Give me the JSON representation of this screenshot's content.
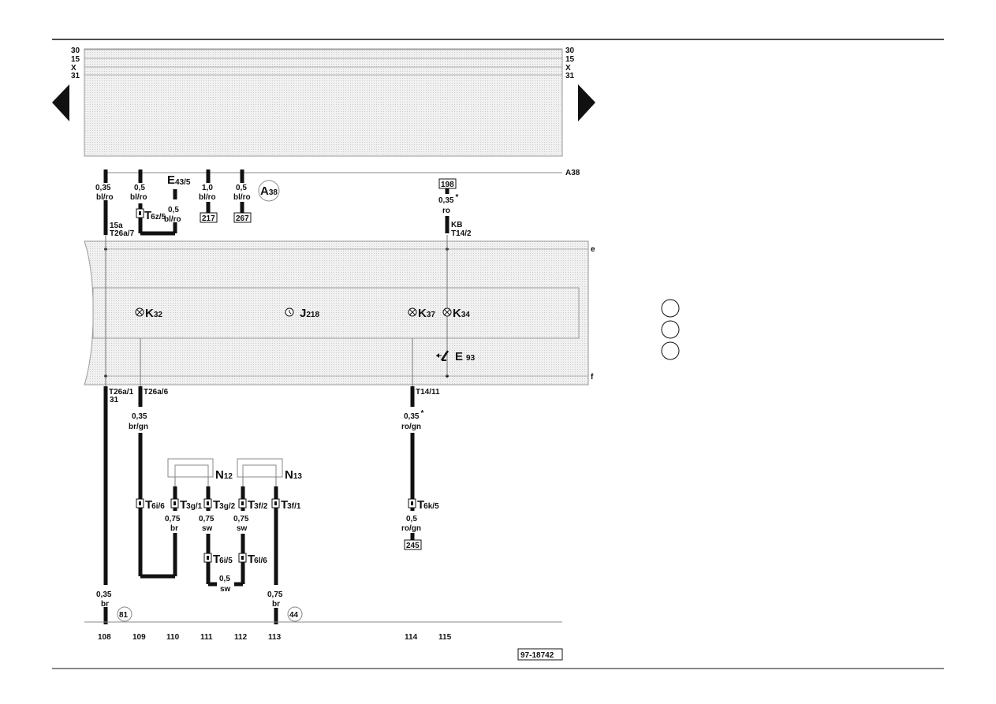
{
  "rails": {
    "left": [
      "30",
      "15",
      "X",
      "31"
    ],
    "right": [
      "30",
      "15",
      "X",
      "31"
    ]
  },
  "bus_label": "A38",
  "edges": {
    "top": "e",
    "bottom": "f"
  },
  "wires_top": [
    {
      "size": "0,35",
      "color": "bl/ro"
    },
    {
      "size": "0,5",
      "color": "bl/ro"
    },
    {
      "size": "0,5",
      "color": "bl/ro"
    },
    {
      "size": "1,0",
      "color": "bl/ro"
    },
    {
      "size": "0,5",
      "color": "bl/ro"
    }
  ],
  "component_E43": {
    "letter": "E",
    "sub": "43/5"
  },
  "conn_T6z": {
    "letter": "T",
    "sub": "6z/5"
  },
  "ground_A38": {
    "letter": "A",
    "sub": "38"
  },
  "refs_top": [
    "217",
    "267",
    "198"
  ],
  "wire_198": {
    "size": "0,35",
    "star": "*",
    "color": "ro"
  },
  "kb": {
    "name": "KB",
    "pin": "T14/2"
  },
  "pin_15a": {
    "name": "15a",
    "pin": "T26a/7"
  },
  "unit_components": [
    {
      "letter": "K",
      "sub": "32"
    },
    {
      "letter": "J",
      "sub": "218"
    },
    {
      "letter": "K",
      "sub": "37"
    },
    {
      "letter": "K",
      "sub": "34"
    },
    {
      "letter": "E",
      "sub": "93"
    }
  ],
  "pins_bottom": {
    "t26a1": "T26a/1",
    "t26a1_sub": "31",
    "t26a6": "T26a/6",
    "t14_11": "T14/11"
  },
  "wire_brgn": {
    "size": "0,35",
    "color": "br/gn"
  },
  "wire_rogn": {
    "size": "0,35",
    "star": "*",
    "color": "ro/gn"
  },
  "valves": [
    {
      "letter": "N",
      "sub": "12"
    },
    {
      "letter": "N",
      "sub": "13"
    }
  ],
  "connectors_mid": [
    {
      "letter": "T",
      "sub": "6i/6"
    },
    {
      "letter": "T",
      "sub": "3g/1"
    },
    {
      "letter": "T",
      "sub": "3g/2"
    },
    {
      "letter": "T",
      "sub": "3f/2"
    },
    {
      "letter": "T",
      "sub": "3f/1"
    },
    {
      "letter": "T",
      "sub": "6k/5"
    }
  ],
  "wires_mid": [
    {
      "size": "0,75",
      "color": "br"
    },
    {
      "size": "0,75",
      "color": "sw"
    },
    {
      "size": "0,75",
      "color": "sw"
    },
    {
      "size": "0,5",
      "color": "ro/gn"
    }
  ],
  "ref_245": "245",
  "connectors_low": [
    {
      "letter": "T",
      "sub": "6i/5"
    },
    {
      "letter": "T",
      "sub": "6l/6"
    }
  ],
  "wire_sw_low": {
    "size": "0,5",
    "color": "sw"
  },
  "wires_bottom": [
    {
      "size": "0,35",
      "color": "br"
    },
    {
      "size": "0,75",
      "color": "br"
    }
  ],
  "grounds_bottom": [
    "81",
    "44"
  ],
  "tracks": [
    "108",
    "109",
    "110",
    "111",
    "112",
    "113",
    "114",
    "115"
  ],
  "drawing_number": "97-18742"
}
